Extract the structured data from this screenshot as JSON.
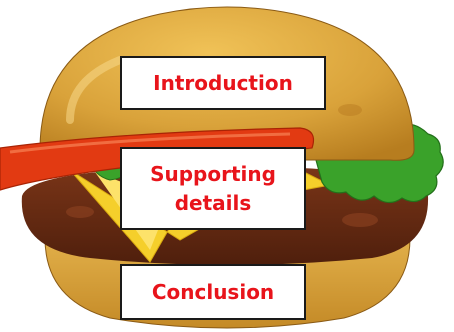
{
  "labels": {
    "introduction": "Introduction",
    "supporting_details": "Supporting details",
    "conclusion": "Conclusion"
  },
  "colors": {
    "label_text": "#e8141b",
    "bun": "#d6a233",
    "patty": "#6a2d14",
    "cheese": "#f5cf2b",
    "lettuce": "#3aa22a",
    "tomato": "#e23a12"
  }
}
